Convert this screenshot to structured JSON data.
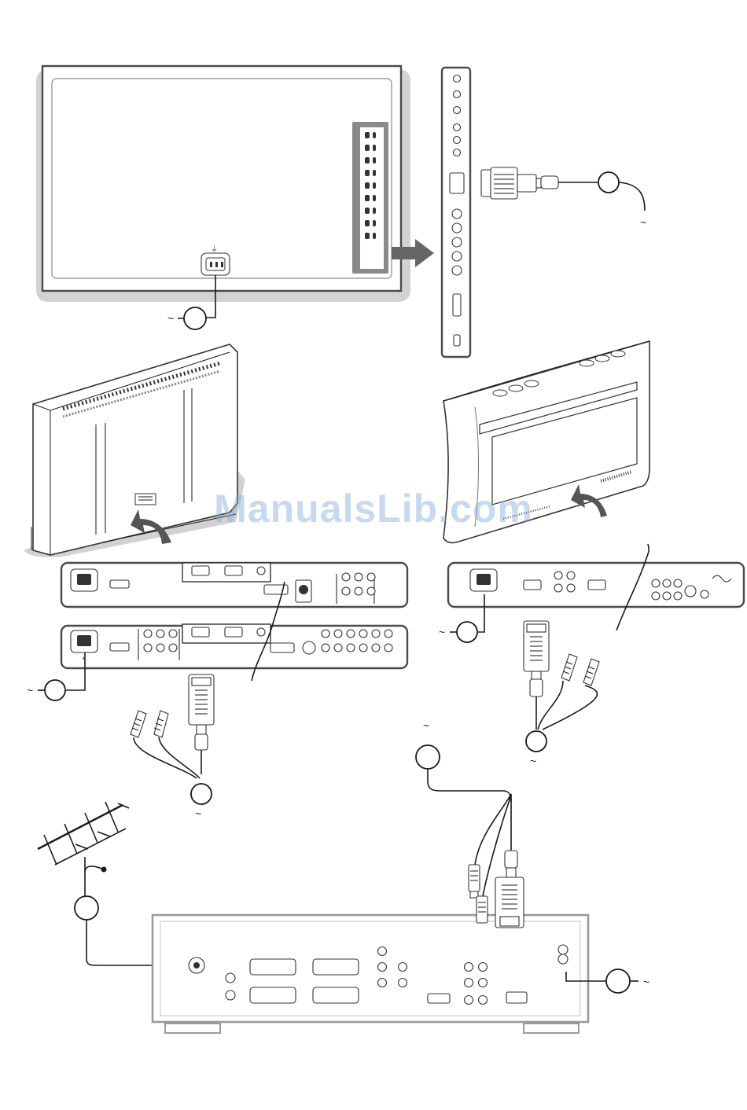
{
  "watermark": {
    "text": "ManualsLib.com",
    "color": "#82aadc"
  },
  "symbols": {
    "mains": "~",
    "earth": "⏚",
    "plus": "+"
  },
  "icons": [
    "tv-back-panel-illustration",
    "side-connector-strip",
    "vga-plug-icon",
    "mains-socket-icon",
    "arrow-right-icon",
    "arrow-curved-up-icon",
    "antenna-icon",
    "rca-plug-icon",
    "scart-socket-icon"
  ]
}
